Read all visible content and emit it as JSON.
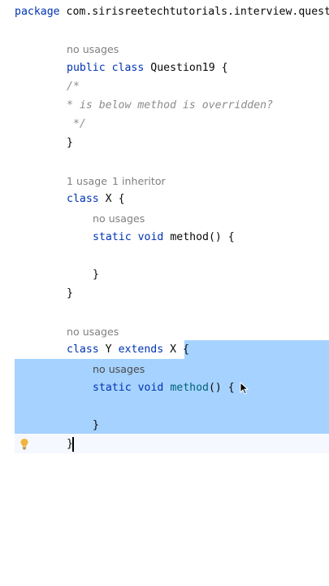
{
  "code": {
    "package_kw": "package",
    "package_name": "com.sirisreetechtutorials.interview.questions",
    "hint_no_usages": "no usages",
    "kw_public": "public",
    "kw_class": "class",
    "kw_static": "static",
    "kw_void": "void",
    "kw_extends": "extends",
    "question_class": "Question19",
    "open_brace": "{",
    "close_brace": "}",
    "comment_open": "/*",
    "comment_body": "* is below method is overridden?",
    "comment_close": " */",
    "hint_one_usage": "1 usage",
    "hint_one_inheritor": "1 inheritor",
    "class_x": "X",
    "class_y": "Y",
    "method_name": "method",
    "method_parens": "() {"
  },
  "colors": {
    "keyword": "#0033b3",
    "comment": "#8c8c8c",
    "method_highlight": "#00627a",
    "selection": "#a6d2ff",
    "hint": "#808080"
  },
  "icons": {
    "gutter": "lightbulb-icon",
    "pointer": "mouse-pointer-icon"
  }
}
